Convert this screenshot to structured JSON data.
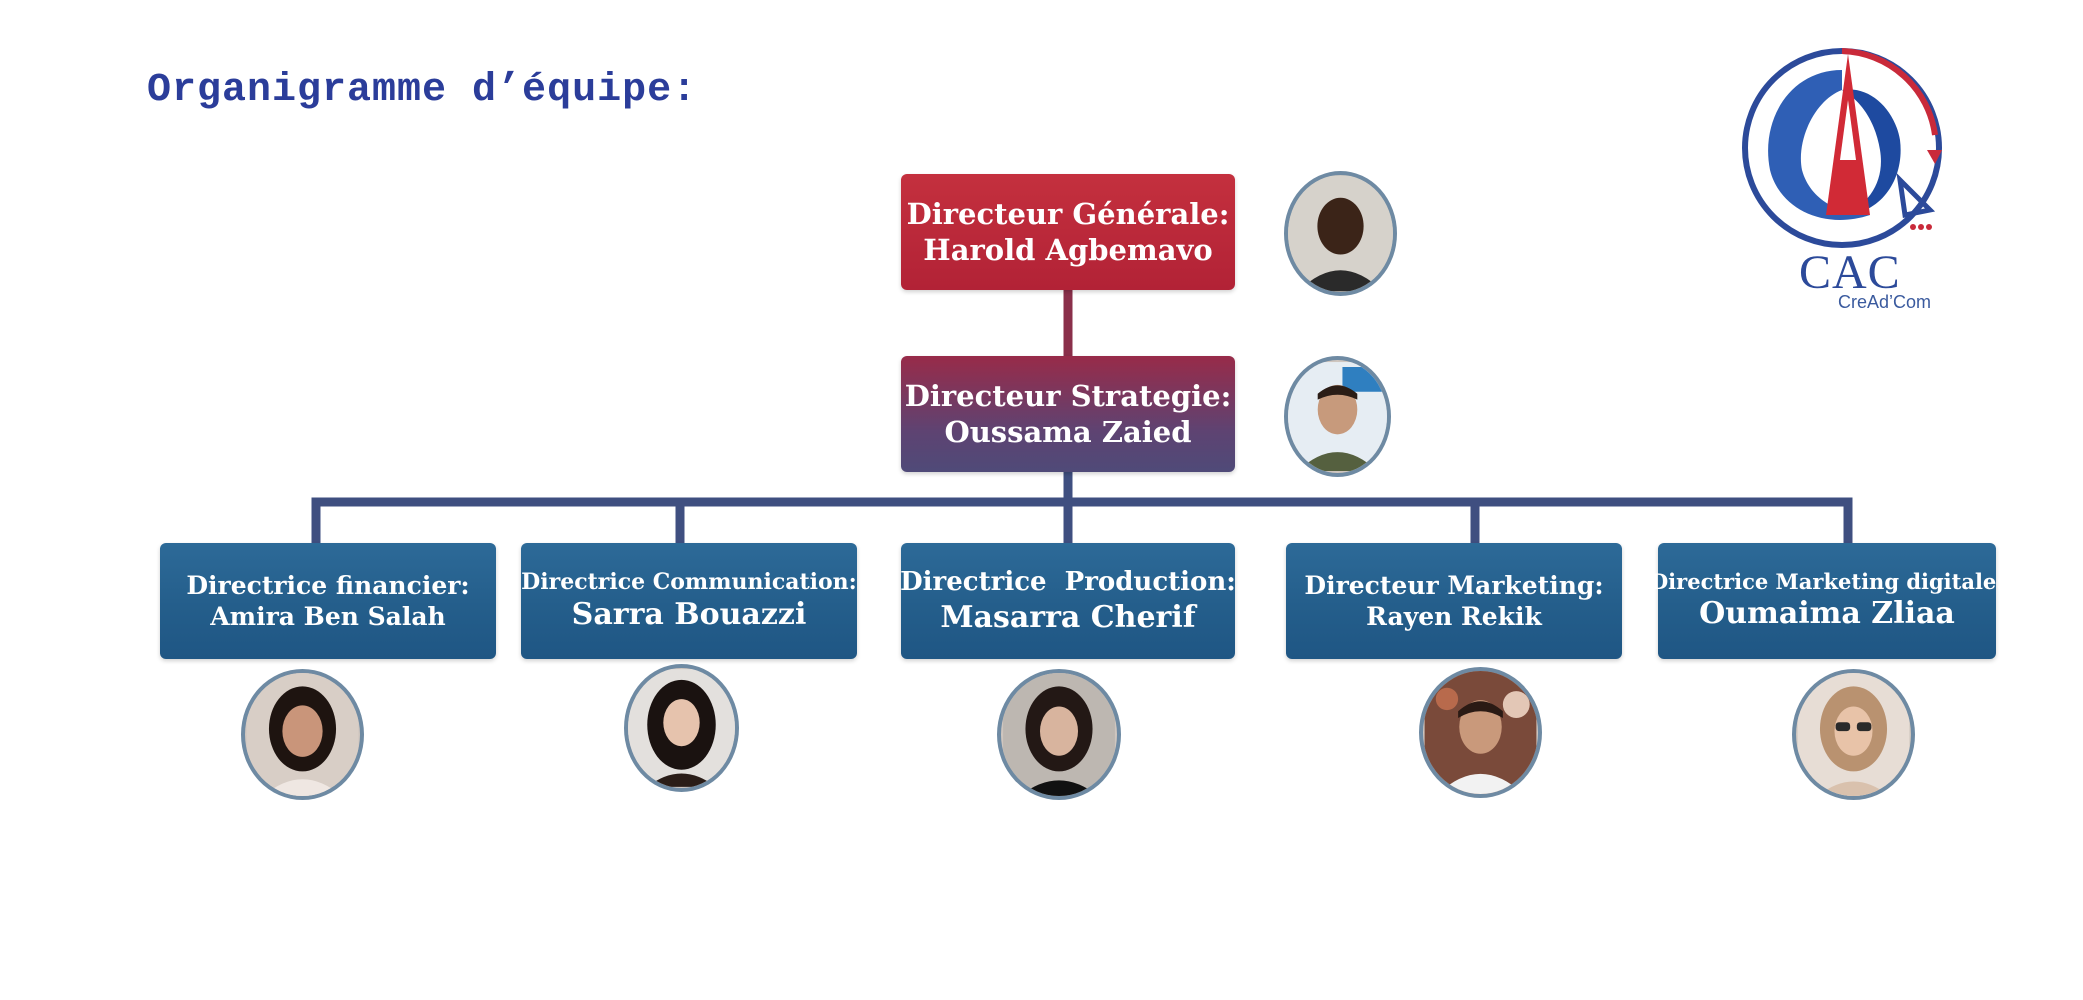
{
  "title": "Organigramme d’équipe:",
  "logo": {
    "name": "logo",
    "text": "CAC",
    "subtext": "CreAd’Com"
  },
  "colors": {
    "title": "#2b3d9a",
    "director_box": "#b8283b",
    "strategy_box": "#5e4372",
    "department_box": "#245e8b",
    "connector": "#3f4f80"
  },
  "director": {
    "role": "Directeur Générale:",
    "name": "Harold Agbemavo"
  },
  "strategy": {
    "role": "Directeur Strategie:",
    "name": "Oussama Zaied"
  },
  "departments": [
    {
      "role": "Directrice financier:",
      "name": "Amira Ben Salah"
    },
    {
      "role": "Directrice Communication:",
      "name": "Sarra Bouazzi"
    },
    {
      "role": "Directrice  Production:",
      "name": "Masarra Cherif"
    },
    {
      "role": "Directeur Marketing:",
      "name": "Rayen Rekik"
    },
    {
      "role": "Directrice Marketing digitale:",
      "name": "Oumaima Zliaa"
    }
  ]
}
